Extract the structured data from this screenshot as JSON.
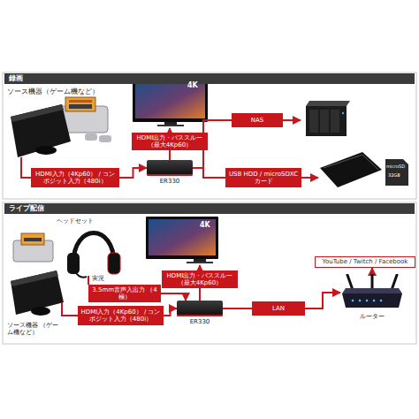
{
  "diagram": {
    "nodes": [
      {
        "text": [
          "録画"
        ]
      },
      {
        "text": [
          "NAS"
        ]
      },
      {
        "text": [
          "HDMI出力・パススルー （最大4Kp60）"
        ]
      },
      {
        "text": [
          "ER330"
        ]
      },
      {
        "text": [
          "HDMI入力（4Kp60） / コンポジット入力（480i）"
        ]
      },
      {
        "text": [
          "USB HDD / microSDXCカード"
        ]
      },
      {
        "text": [
          "ライブ配信"
        ]
      },
      {
        "text": [
          "YouTube / Twitch / Facebook"
        ]
      },
      {
        "text": [
          "ルーター"
        ]
      },
      {
        "text": [
          "HDMI出力・パススルー （最大4Kp60）"
        ]
      },
      {
        "text": [
          "3.5mm音声入出力 （4極）"
        ]
      },
      {
        "text": [
          "ER330"
        ]
      },
      {
        "text": [
          "LAN"
        ]
      },
      {
        "text": [
          "HDMI入力（4Kp60） / コンポジット入力（480i）"
        ]
      }
    ],
    "edges": [
      {
        "from": 4,
        "to": 3,
        "arrow": "to"
      },
      {
        "from": 3,
        "to": 2,
        "arrow": "none"
      },
      {
        "from": 3,
        "to": 1,
        "arrow": "none"
      },
      {
        "from": 3,
        "to": 5,
        "arrow": "none"
      },
      {
        "from": 13,
        "to": 11,
        "arrow": "to"
      },
      {
        "from": 10,
        "to": 11,
        "arrow": "to"
      },
      {
        "from": 11,
        "to": 9,
        "arrow": "none"
      },
      {
        "from": 11,
        "to": 12,
        "arrow": "none"
      },
      {
        "from": 12,
        "to": 8,
        "arrow": "to"
      },
      {
        "from": 8,
        "to": 7,
        "arrow": "to"
      }
    ],
    "labels": [
      "ソース機器（ゲーム機など）",
      "4K",
      "microSD",
      "32GB",
      "ヘッドセット",
      "実況",
      "4K",
      "ソース機器 （ゲーム機など）"
    ]
  }
}
